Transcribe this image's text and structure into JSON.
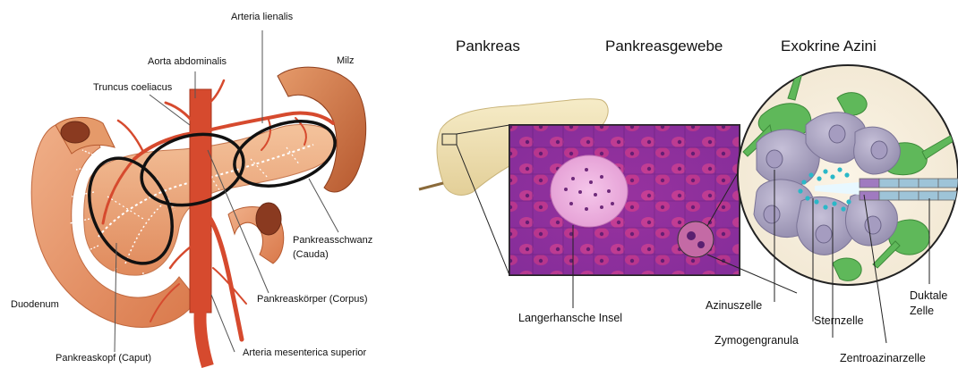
{
  "left_diagram": {
    "labels": {
      "arteria_lienalis": "Arteria lienalis",
      "aorta_abdominalis": "Aorta abdominalis",
      "truncus_coeliacus": "Truncus coeliacus",
      "milz": "Milz",
      "duodenum": "Duodenum",
      "pankreasschwanz_1": "Pankreasschwanz",
      "pankreasschwanz_2": "(Cauda)",
      "pankreaskoerper": "Pankreaskörper (Corpus)",
      "pankreaskopf": "Pankreaskopf (Caput)",
      "arteria_mesenterica": "Arteria mesenterica superior"
    }
  },
  "right_diagram": {
    "headings": {
      "pankreas": "Pankreas",
      "gewebe": "Pankreasgewebe",
      "azini": "Exokrine Azini"
    },
    "labels": {
      "langerhans": "Langerhansche Insel",
      "azinuszelle": "Azinuszelle",
      "sternzelle": "Sternzelle",
      "duktale_1": "Duktale",
      "duktale_2": "Zelle",
      "zymogen": "Zymogengranula",
      "zentro": "Zentroazinarzelle"
    }
  },
  "colors": {
    "tissue_purple": "#8a2f9e",
    "tissue_pink": "#d93a8a",
    "artery_red": "#d64a2e",
    "pancreas_orange": "#e8956a",
    "acinar_gray": "#a9a2bf",
    "stellate_green": "#5fb85a"
  }
}
